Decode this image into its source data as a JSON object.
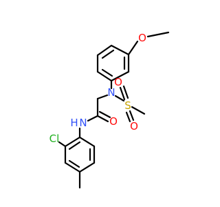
{
  "molecule": {
    "atoms": {
      "o_methoxy": "O",
      "n_sulfonamide": "N",
      "s_sulfonyl": "S",
      "o_sulfonyl_1": "O",
      "o_sulfonyl_2": "O",
      "o_carbonyl": "O",
      "n_amide": "N",
      "h_amide": "H",
      "cl": "Cl"
    }
  },
  "colors": {
    "bond": "#000000",
    "oxygen": "#FF0D0D",
    "nitrogen": "#3050F8",
    "sulfur": "#C8A400",
    "chlorine": "#1FB01F",
    "background": "#FFFFFF"
  }
}
